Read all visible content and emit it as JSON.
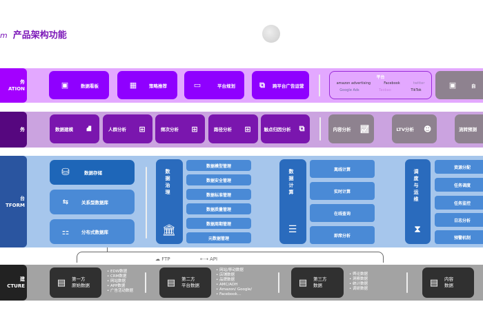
{
  "header": {
    "prefix": "m",
    "title": "产品架构功能"
  },
  "rows": {
    "application": {
      "label_line1": "务",
      "label_line2": "ATION",
      "bg": "#e3a8ff",
      "label_bg": "#8f00ff",
      "cards": [
        {
          "label": "数据看板",
          "icon": "chip-icon"
        },
        {
          "label": "策略推荐",
          "icon": "calendar-icon"
        },
        {
          "label": "平台规划",
          "icon": "card-icon"
        },
        {
          "label": "跨平台广告运营",
          "icon": "code-window-icon"
        }
      ],
      "platforms": {
        "title": "平台",
        "logos": [
          "amazon advertising",
          "Facebook",
          "twitter",
          "Google Ads",
          "Taobao",
          "TikTok"
        ]
      },
      "extra": {
        "label": "自",
        "icon": "chip-icon"
      }
    },
    "analysis": {
      "label": "务",
      "bg": "#cba3e0",
      "label_bg": "#5a0a80",
      "cards": [
        {
          "label": "数据建模",
          "icon": "hierarchy-icon"
        },
        {
          "label": "人群分析",
          "icon": "analysis-icon"
        },
        {
          "label": "频次分析",
          "icon": "analysis-icon"
        },
        {
          "label": "路径分析",
          "icon": "analysis-icon"
        },
        {
          "label": "触点归因分析",
          "icon": "puzzle-icon"
        }
      ],
      "grey_cards": [
        {
          "label": "内容分析",
          "icon": "line-chart-icon"
        },
        {
          "label": "LTV分析",
          "icon": "head-gear-icon"
        },
        {
          "label": "流转预测",
          "icon": ""
        }
      ]
    },
    "platform": {
      "label_line1": "台",
      "label_line2": "TFORM",
      "bg": "#a6c6ec",
      "label_bg": "#2a55a0",
      "storage": [
        {
          "label": "数据存储",
          "icon": "database-icon"
        },
        {
          "label": "关系型数据库",
          "icon": "relation-icon"
        },
        {
          "label": "分布式数据库",
          "icon": "distributed-icon"
        }
      ],
      "governance": {
        "title": "数据治理",
        "items": [
          "数据模型管理",
          "数据安全管理",
          "数据标准管理",
          "数据质量管理",
          "数据周期管理",
          "元数据管理"
        ]
      },
      "compute": {
        "title": "数据计算",
        "items": [
          "离线计算",
          "实时计算",
          "在线查询",
          "即席分析"
        ]
      },
      "schedule": {
        "title": "调度与运维",
        "items": [
          "资源分配",
          "任务调度",
          "任务监控",
          "日志分析",
          "预警机制"
        ]
      }
    },
    "infrastructure": {
      "label_line1": "建",
      "label_line2": "CTURE",
      "bg": "#a3a3a3",
      "label_bg": "#222222",
      "connectors": {
        "ftp": "FTP",
        "api": "API"
      },
      "sources": [
        {
          "line1": "第一方",
          "line2": "原始数据",
          "items": [
            "EDW数据",
            "CRM数据",
            "网站数据",
            "APP数据",
            "广告活动数据"
          ]
        },
        {
          "line1": "第二方",
          "line2": "平台数据",
          "items": [
            "网站/移动数据",
            "店铺数据",
            "品牌数据",
            "AMC/ADH",
            "Amazon/ Google/",
            "Facebook..."
          ]
        },
        {
          "line1": "第三方",
          "line2": "数据",
          "items": [
            "舆论数据",
            "洞察数据",
            "统计数据",
            "调研数据"
          ]
        },
        {
          "line1": "内容",
          "line2": "数据",
          "items": []
        }
      ]
    }
  }
}
